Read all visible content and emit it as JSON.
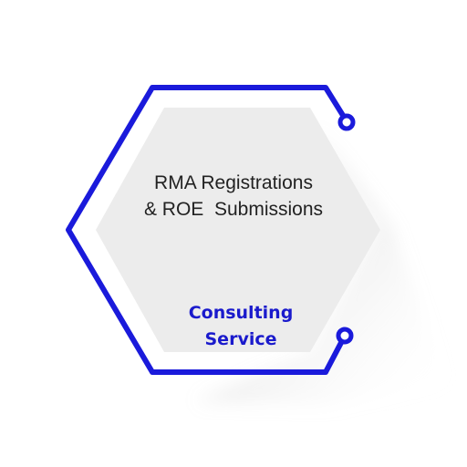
{
  "badge": {
    "title_line1": "RMA Registrations",
    "title_line2": "& ROE  Submissions",
    "subtitle_line1": "Consulting",
    "subtitle_line2": "Service"
  },
  "colors": {
    "outline": "#1a1adb",
    "fill": "#ececec",
    "subtitle": "#1a1acc",
    "shadow": "#9a9a9a"
  },
  "icons": [
    "hexagon-shape",
    "circuit-node-icon"
  ]
}
